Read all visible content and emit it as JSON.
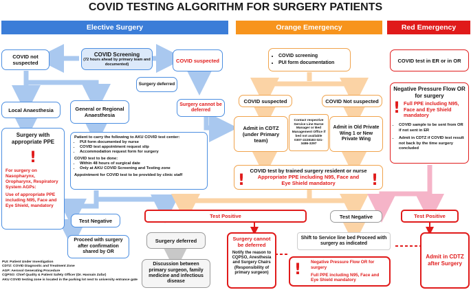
{
  "title": "COVID TESTING ALGORITHM FOR SURGERY PATIENTS",
  "headers": {
    "elective": "Elective Surgery",
    "orange": "Orange Emergency",
    "red": "Red Emergency"
  },
  "colors": {
    "blue": "#3b7dd8",
    "orange": "#f7941d",
    "red": "#e01a1a",
    "light_blue": "#a9c8ef",
    "light_orange": "#fbd3a5",
    "pink": "#f5b4c8"
  },
  "elective": {
    "covid_not_suspected": "COVID not suspected",
    "screening_title": "COVID Screening",
    "screening_note": "(72 hours ahead by primary team and documented)",
    "covid_suspected": "COVID suspected",
    "surgery_deferred": "Surgery deferred",
    "cannot_be_deferred": "Surgery cannot be deferred",
    "local_anaesthesia": "Local Anaesthesia",
    "general_regional": "General or Regional Anaesthesia",
    "ppe_box_title": "Surgery with appropriate PPE",
    "ppe_box_red1": "For surgery on Nasopharynx, Oropharynx, Respiratory System AGPs:",
    "ppe_box_red2": "Use of appropriate PPE including N95, Face and Eye Shield, mandatory",
    "patient_steps_intro": "Patient to carry the following to AKU COVID test center:",
    "patient_steps": [
      "PUI form documented by nurse",
      "COVID test appointment request slip",
      "Accommodation request form for surgery"
    ],
    "test_done_intro": "COVID test to be done:",
    "test_done": [
      "Within 48 hours of surgical date",
      "Only at AKU COVID Screening and Testing zone"
    ],
    "appointment": "Appointment for COVID test to be provided by clinic staff",
    "test_negative": "Test Negative",
    "proceed": "Proceed with surgery after confirmation shared by OR",
    "test_positive": "Test Positive",
    "surgery_deferred2": "Surgery deferred",
    "discussion": "Discussion between primary surgeon, family medicine and infectious disease"
  },
  "orange": {
    "screening": [
      "COVID screening",
      "PUI form documentation"
    ],
    "covid_suspected": "COVID suspected",
    "covid_not_suspected": "COVID Not suspected",
    "admit_cdtz": "Admit in CDTZ (under Primary team)",
    "contact": "Contact respective Service Line Nurse Manager or Bed Management Office if bed not available 0307-2228183 021-3486-3297",
    "admit_private": "Admit in Old Private Wing 1 or New Private Wing",
    "test_by": "COVID test by trained surgery resident or nurse",
    "test_by_red": "Appropriate PPE including N95, Face and Eye Shield mandatory",
    "test_negative": "Test Negative",
    "shift": "Shift to Service line bed Proceed with surgery as indicated",
    "cannot_deferred": "Surgery cannot be deferred",
    "notify": "Notify the reason to CQPSO, Anesthesia and Surgery Chairs (Responsibility of primary surgeon)",
    "neg_pressure": "Negative Pressure Flow OR for surgery",
    "neg_pressure_ppe": "Full PPE including N95, Face and Eye Shield mandatory"
  },
  "red": {
    "test_er": "COVID test in ER or in OR",
    "neg_title": "Negative Pressure Flow OR for surgery",
    "neg_ppe": "Full PPE including N95, Face and Eye Shield mandatory",
    "bullets": [
      "COVID sample to be sent from OR if not sent in ER",
      "Admit in CDTZ if COVID test result not back by the time surgery concluded"
    ],
    "test_positive": "Test Positive",
    "admit_after": "Admit in CDTZ after Surgery"
  },
  "legend": [
    "PUI: Patient Under Investigation",
    "CDTZ: COVID Diagnostic and Treatment Zone",
    "AGP: Aerosol Generating Procedure",
    "CQPSO: Chief Quality & Patient Safety Officer (Dr. Hasnain Zafar)",
    "AKU COVID testing zone is located in the parking lot next to university entrance gate"
  ]
}
